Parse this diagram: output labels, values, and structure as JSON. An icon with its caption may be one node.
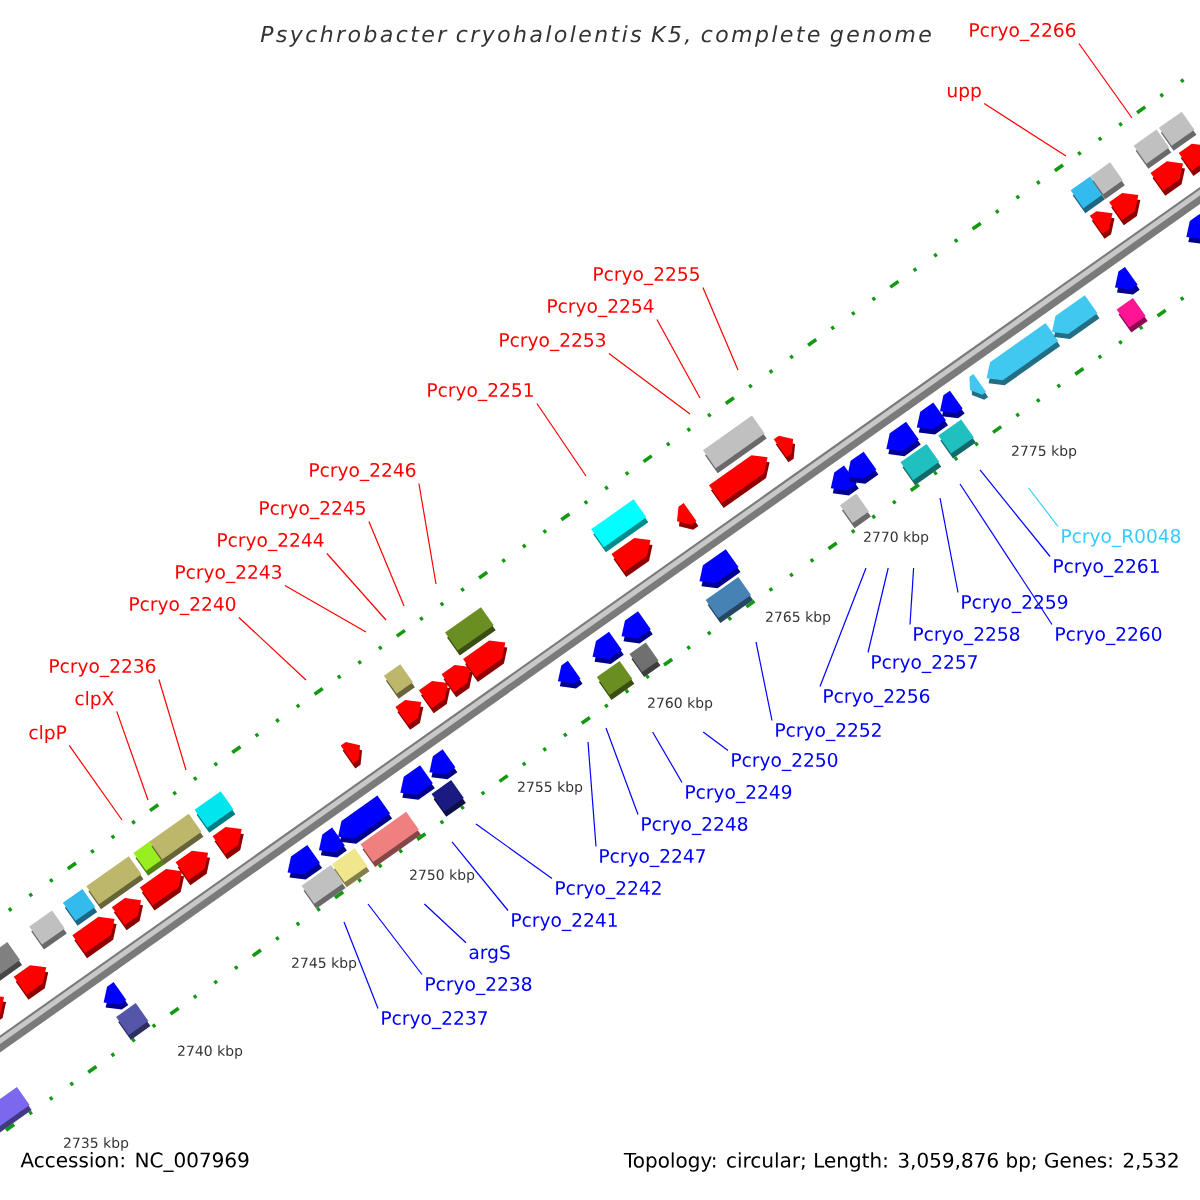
{
  "diagram": {
    "title": "Psychrobacter cryohalolentis K5, complete genome",
    "nodes": [
      {
        "text": [
          "Pcryo_2266"
        ]
      },
      {
        "text": [
          "upp"
        ]
      },
      {
        "text": [
          "Pcryo_2255"
        ]
      },
      {
        "text": [
          "Pcryo_2254"
        ]
      },
      {
        "text": [
          "Pcryo_2253"
        ]
      },
      {
        "text": [
          "Pcryo_2251"
        ]
      },
      {
        "text": [
          "Pcryo_2246"
        ]
      },
      {
        "text": [
          "Pcryo_2245"
        ]
      },
      {
        "text": [
          "Pcryo_2244"
        ]
      },
      {
        "text": [
          "Pcryo_2243"
        ]
      },
      {
        "text": [
          "Pcryo_2240"
        ]
      },
      {
        "text": [
          "Pcryo_2236"
        ]
      },
      {
        "text": [
          "clpX"
        ]
      },
      {
        "text": [
          "clpP"
        ]
      },
      {
        "text": [
          "Pcryo_R0048"
        ]
      },
      {
        "text": [
          "Pcryo_2261"
        ]
      },
      {
        "text": [
          "Pcryo_2259"
        ]
      },
      {
        "text": [
          "Pcryo_2260"
        ]
      },
      {
        "text": [
          "Pcryo_2258"
        ]
      },
      {
        "text": [
          "Pcryo_2257"
        ]
      },
      {
        "text": [
          "Pcryo_2256"
        ]
      },
      {
        "text": [
          "Pcryo_2252"
        ]
      },
      {
        "text": [
          "Pcryo_2250"
        ]
      },
      {
        "text": [
          "Pcryo_2249"
        ]
      },
      {
        "text": [
          "Pcryo_2248"
        ]
      },
      {
        "text": [
          "Pcryo_2247"
        ]
      },
      {
        "text": [
          "Pcryo_2242"
        ]
      },
      {
        "text": [
          "Pcryo_2241"
        ]
      },
      {
        "text": [
          "argS"
        ]
      },
      {
        "text": [
          "Pcryo_2238"
        ]
      },
      {
        "text": [
          "Pcryo_2237"
        ]
      }
    ],
    "edges": [
      {
        "from": 0,
        "to": null,
        "arrow": "none",
        "color": "#ff0000"
      },
      {
        "from": 1,
        "to": null,
        "arrow": "none",
        "color": "#ff0000"
      },
      {
        "from": 2,
        "to": null,
        "arrow": "none",
        "color": "#ff0000"
      },
      {
        "from": 3,
        "to": null,
        "arrow": "none",
        "color": "#ff0000"
      },
      {
        "from": 4,
        "to": null,
        "arrow": "none",
        "color": "#ff0000"
      },
      {
        "from": 5,
        "to": null,
        "arrow": "none",
        "color": "#ff0000"
      },
      {
        "from": 6,
        "to": null,
        "arrow": "none",
        "color": "#ff0000"
      },
      {
        "from": 7,
        "to": null,
        "arrow": "none",
        "color": "#ff0000"
      },
      {
        "from": 8,
        "to": null,
        "arrow": "none",
        "color": "#ff0000"
      },
      {
        "from": 9,
        "to": null,
        "arrow": "none",
        "color": "#ff0000"
      },
      {
        "from": 10,
        "to": null,
        "arrow": "none",
        "color": "#ff0000"
      },
      {
        "from": 11,
        "to": null,
        "arrow": "none",
        "color": "#ff0000"
      },
      {
        "from": 12,
        "to": null,
        "arrow": "none",
        "color": "#ff0000"
      },
      {
        "from": 13,
        "to": null,
        "arrow": "none",
        "color": "#ff0000"
      },
      {
        "from": 14,
        "to": null,
        "arrow": "none",
        "color": "#33ccff"
      },
      {
        "from": 15,
        "to": null,
        "arrow": "none",
        "color": "#0000ff"
      },
      {
        "from": 16,
        "to": null,
        "arrow": "none",
        "color": "#0000ff"
      },
      {
        "from": 17,
        "to": null,
        "arrow": "none",
        "color": "#0000ff"
      },
      {
        "from": 18,
        "to": null,
        "arrow": "none",
        "color": "#0000ff"
      },
      {
        "from": 19,
        "to": null,
        "arrow": "none",
        "color": "#0000ff"
      },
      {
        "from": 20,
        "to": null,
        "arrow": "none",
        "color": "#0000ff"
      },
      {
        "from": 21,
        "to": null,
        "arrow": "none",
        "color": "#0000ff"
      },
      {
        "from": 22,
        "to": null,
        "arrow": "none",
        "color": "#0000ff"
      },
      {
        "from": 23,
        "to": null,
        "arrow": "none",
        "color": "#0000ff"
      },
      {
        "from": 24,
        "to": null,
        "arrow": "none",
        "color": "#0000ff"
      },
      {
        "from": 25,
        "to": null,
        "arrow": "none",
        "color": "#0000ff"
      },
      {
        "from": 26,
        "to": null,
        "arrow": "none",
        "color": "#0000ff"
      },
      {
        "from": 27,
        "to": null,
        "arrow": "none",
        "color": "#0000ff"
      },
      {
        "from": 28,
        "to": null,
        "arrow": "none",
        "color": "#0000ff"
      },
      {
        "from": 29,
        "to": null,
        "arrow": "none",
        "color": "#0000ff"
      },
      {
        "from": 30,
        "to": null,
        "arrow": "none",
        "color": "#0000ff"
      }
    ],
    "labels": [
      "2775 kbp",
      "2770 kbp",
      "2765 kbp",
      "2760 kbp",
      "2755 kbp",
      "2750 kbp",
      "2745 kbp",
      "2740 kbp",
      "2735 kbp",
      "Accession: NC_007969",
      "Topology: circular; Length: 3,059,876 bp; Genes: 2,532"
    ]
  }
}
